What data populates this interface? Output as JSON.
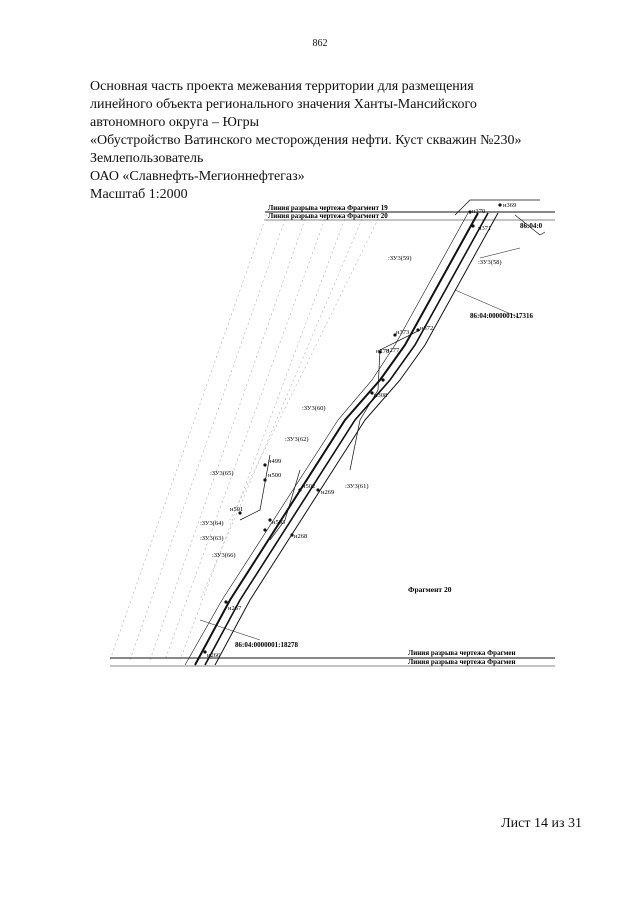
{
  "page_number": "862",
  "header_lines": [
    "Основная часть проекта межевания территории для размещения",
    "линейного объекта регионального значения Ханты-Мансийского",
    "автономного округа – Югры",
    "«Обустройство Ватинского месторождения нефти. Куст скважин №230»",
    "Землепользователь",
    "ОАО «Славнефть-Мегионнефтегаз»",
    "Масштаб 1:2000"
  ],
  "drawing": {
    "break_line_top_1": "Линия разрыва чертежа Фрагмент 19",
    "break_line_top_2": "Линия разрыва чертежа Фрагмент 20",
    "break_line_bottom_1": "Линия разрыва чертежа Фрагмен",
    "break_line_bottom_2": "Линия разрыва чертежа Фрагмен",
    "fragment_label": "Фрагмент 20",
    "cadastral_top_right": "86:04:0",
    "cadastral_right": "86:04:0000001:17316",
    "cadastral_bottom": "86:04:0000001:18278",
    "zones": [
      ":ЗУ3(58)",
      ":ЗУ3(59)",
      ":ЗУ3(60)",
      ":ЗУ3(61)",
      ":ЗУ3(62)",
      ":ЗУ3(63)",
      ":ЗУ3(64)",
      ":ЗУ3(65)",
      ":ЗУ3(66)"
    ],
    "points": [
      "н369",
      "н370",
      "н371",
      "н372",
      "н373",
      "н277",
      "н278",
      "н308",
      "н499",
      "н500",
      "н501",
      "н502",
      "н503",
      "н268",
      "н269",
      "н267",
      "н266"
    ]
  },
  "sheet_label": "Лист 14 из 31"
}
